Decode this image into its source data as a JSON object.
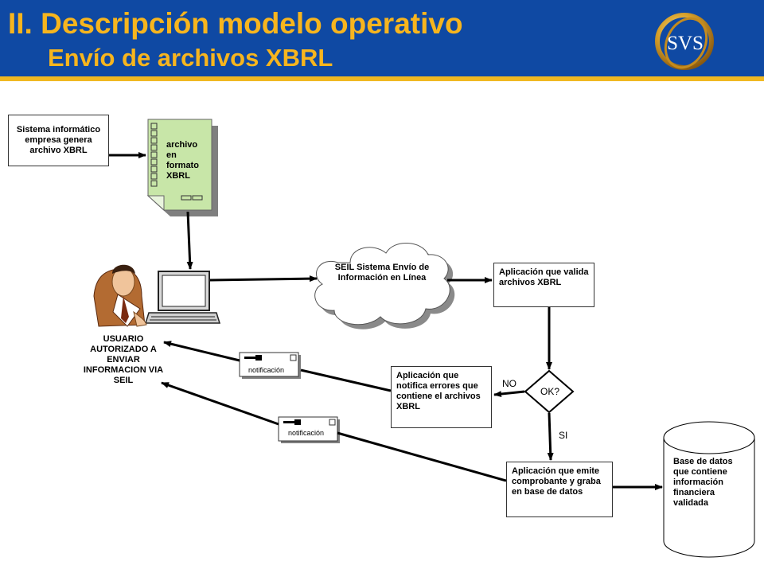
{
  "header": {
    "title": "II. Descripción modelo operativo",
    "subtitle": "Envío de archivos XBRL",
    "logo_text": "SVS"
  },
  "diagram": {
    "source_system": "Sistema informático empresa genera archivo XBRL",
    "xbrl_file": "archivo en formato XBRL",
    "seil_cloud": "SEIL Sistema Envío de Información en Línea",
    "validator": "Aplicación que valida archivos XBRL",
    "decision": "OK?",
    "no_label": "NO",
    "si_label": "SI",
    "error_notifier": "Aplicación que notifica errores que contiene el archivos XBRL",
    "receipt_app": "Aplicación que emite comprobante y graba en base de datos",
    "database": "Base de datos que contiene información financiera validada",
    "user": "USUARIO AUTORIZADO A ENVIAR INFORMACION VIA SEIL",
    "notification_top": "notificación",
    "notification_bottom": "notificación"
  },
  "colors": {
    "header_blue": "#0f49a3",
    "header_gold": "#f7b51e",
    "document_green": "#c8e6a8",
    "cloud_shadow": "#8a8a8a"
  },
  "icons": [
    "svs-logo-icon",
    "document-icon",
    "computer-icon",
    "person-icon",
    "envelope-icon",
    "cloud-icon",
    "database-icon"
  ]
}
